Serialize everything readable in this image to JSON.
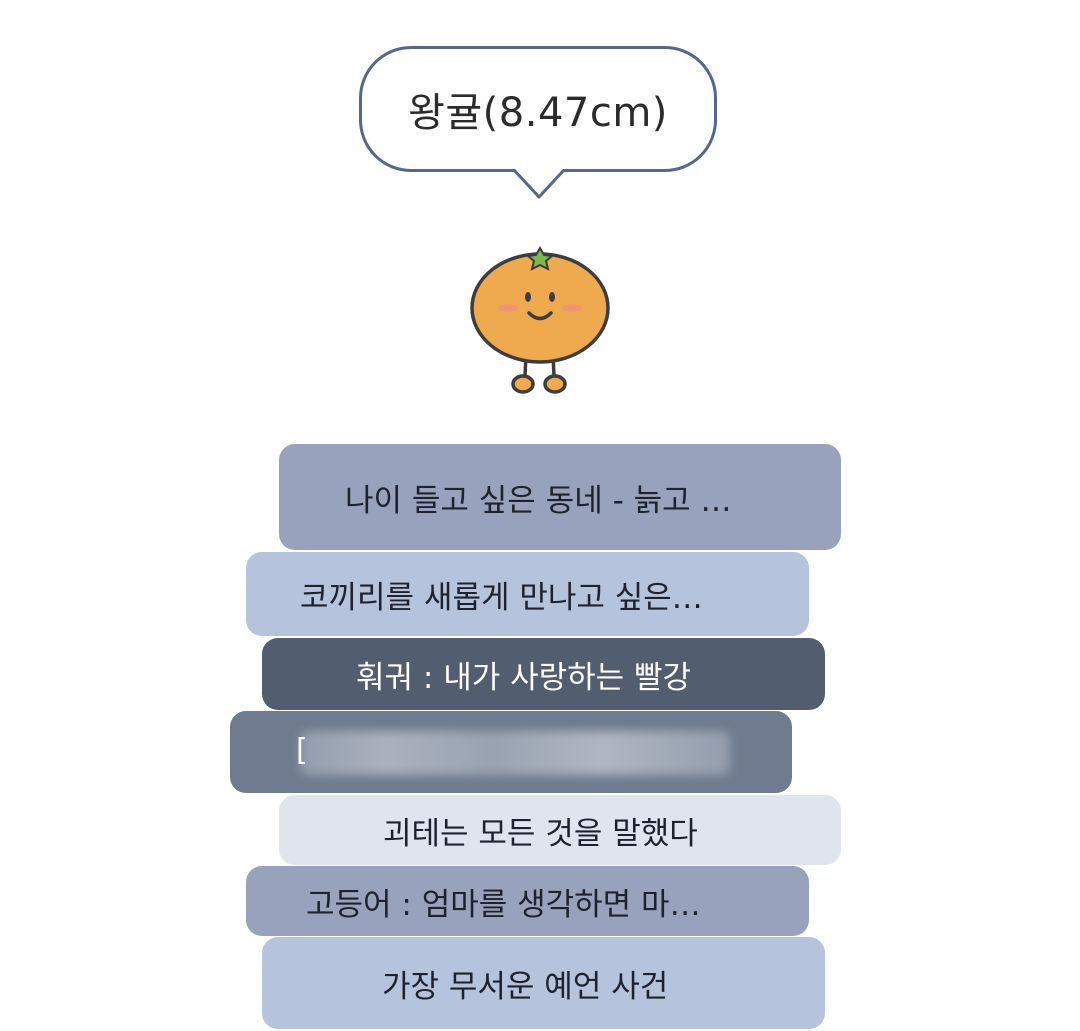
{
  "bubble": {
    "text": "왕귤(8.47cm)"
  },
  "character": {
    "icon": "tangerine-character-icon",
    "colors": {
      "body": "#efa94f",
      "outline": "#3d3d3d",
      "leaf": "#7bb94f",
      "cheek": "#f0907a"
    }
  },
  "books": [
    {
      "title": "나이 들고 싶은 동네 - 늙고 …",
      "color": "#98a2bc"
    },
    {
      "title": "코끼리를 새롭게 만나고 싶은…",
      "color": "#b6c3dc"
    },
    {
      "title": "훠궈 : 내가 사랑하는 빨강",
      "color": "#535d70"
    },
    {
      "title": "[",
      "color": "#6f7b8e",
      "redacted": true
    },
    {
      "title": "괴테는 모든 것을 말했다",
      "color": "#dfe4ef"
    },
    {
      "title": "고등어 : 엄마를 생각하면 마…",
      "color": "#98a2bc"
    },
    {
      "title": "가장 무서운 예언 사건",
      "color": "#b6c3dc"
    }
  ]
}
